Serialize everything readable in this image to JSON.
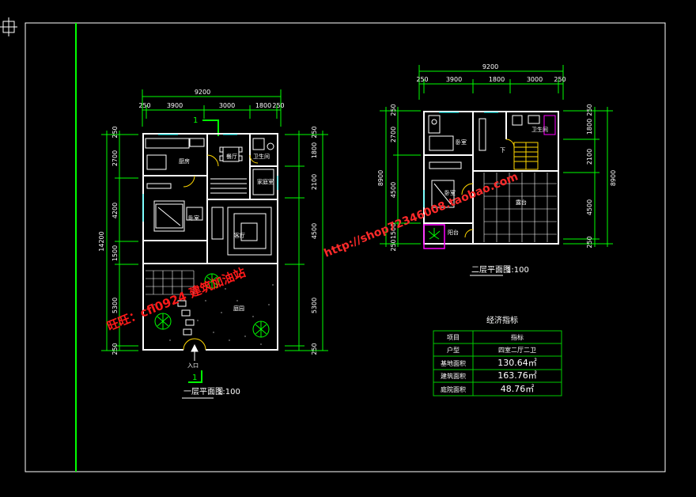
{
  "drawing": {
    "plan1": {
      "title": "一层平面图",
      "scale": "1:100",
      "section_mark": "1",
      "entrance": "入口",
      "dims_top_total": "9200",
      "dims_top": [
        "250",
        "3900",
        "3000",
        "1800",
        "250"
      ],
      "dims_left_total": "14200",
      "dims_left": [
        "250",
        "2700",
        "4200",
        "1500",
        "5300",
        "250"
      ],
      "dims_right": [
        "250",
        "1800",
        "2100",
        "4500",
        "5300",
        "250"
      ],
      "rooms": {
        "kitchen": "厨房",
        "dining": "餐厅",
        "bath": "卫生间",
        "family": "家庭室",
        "bedroom": "卧室",
        "living": "客厅",
        "courtyard": "庭园"
      }
    },
    "plan2": {
      "title": "二层平面图",
      "scale": "1:100",
      "dims_top_total": "9200",
      "dims_top": [
        "250",
        "3900",
        "1800",
        "3000",
        "250"
      ],
      "dims_left_total": "8900",
      "dims_left": [
        "250",
        "2700",
        "4500",
        "1500",
        "250"
      ],
      "dims_right_total": "8900",
      "dims_right": [
        "250",
        "1800",
        "2100",
        "4500",
        "250"
      ],
      "rooms": {
        "bedroom1": "卧室",
        "bath": "卫生间",
        "down": "下",
        "bedroom2": "卧室",
        "terrace": "露台",
        "balcony": "阳台"
      }
    },
    "table": {
      "title": "经济指标",
      "header": [
        "项目",
        "指标"
      ],
      "rows": [
        [
          "户型",
          "四室二厅二卫"
        ],
        [
          "基地面积",
          "130.64㎡"
        ],
        [
          "建筑面积",
          "163.76㎡"
        ],
        [
          "庭院面积",
          "48.76㎡"
        ]
      ]
    },
    "watermarks": {
      "left": "旺旺：cfl0924  建筑加油站",
      "right": "http://shop72346008.taobao.com"
    }
  },
  "colors": {
    "background": "#000000",
    "frame": "#00ff00",
    "walls": "#ffffff",
    "dimension_lines": "#00ff00",
    "watermark": "#ff1a1a",
    "window": "#00ffff",
    "door_swing": "#ffd700",
    "balcony": "#ff00ff",
    "section_mark": "#00ff00"
  }
}
